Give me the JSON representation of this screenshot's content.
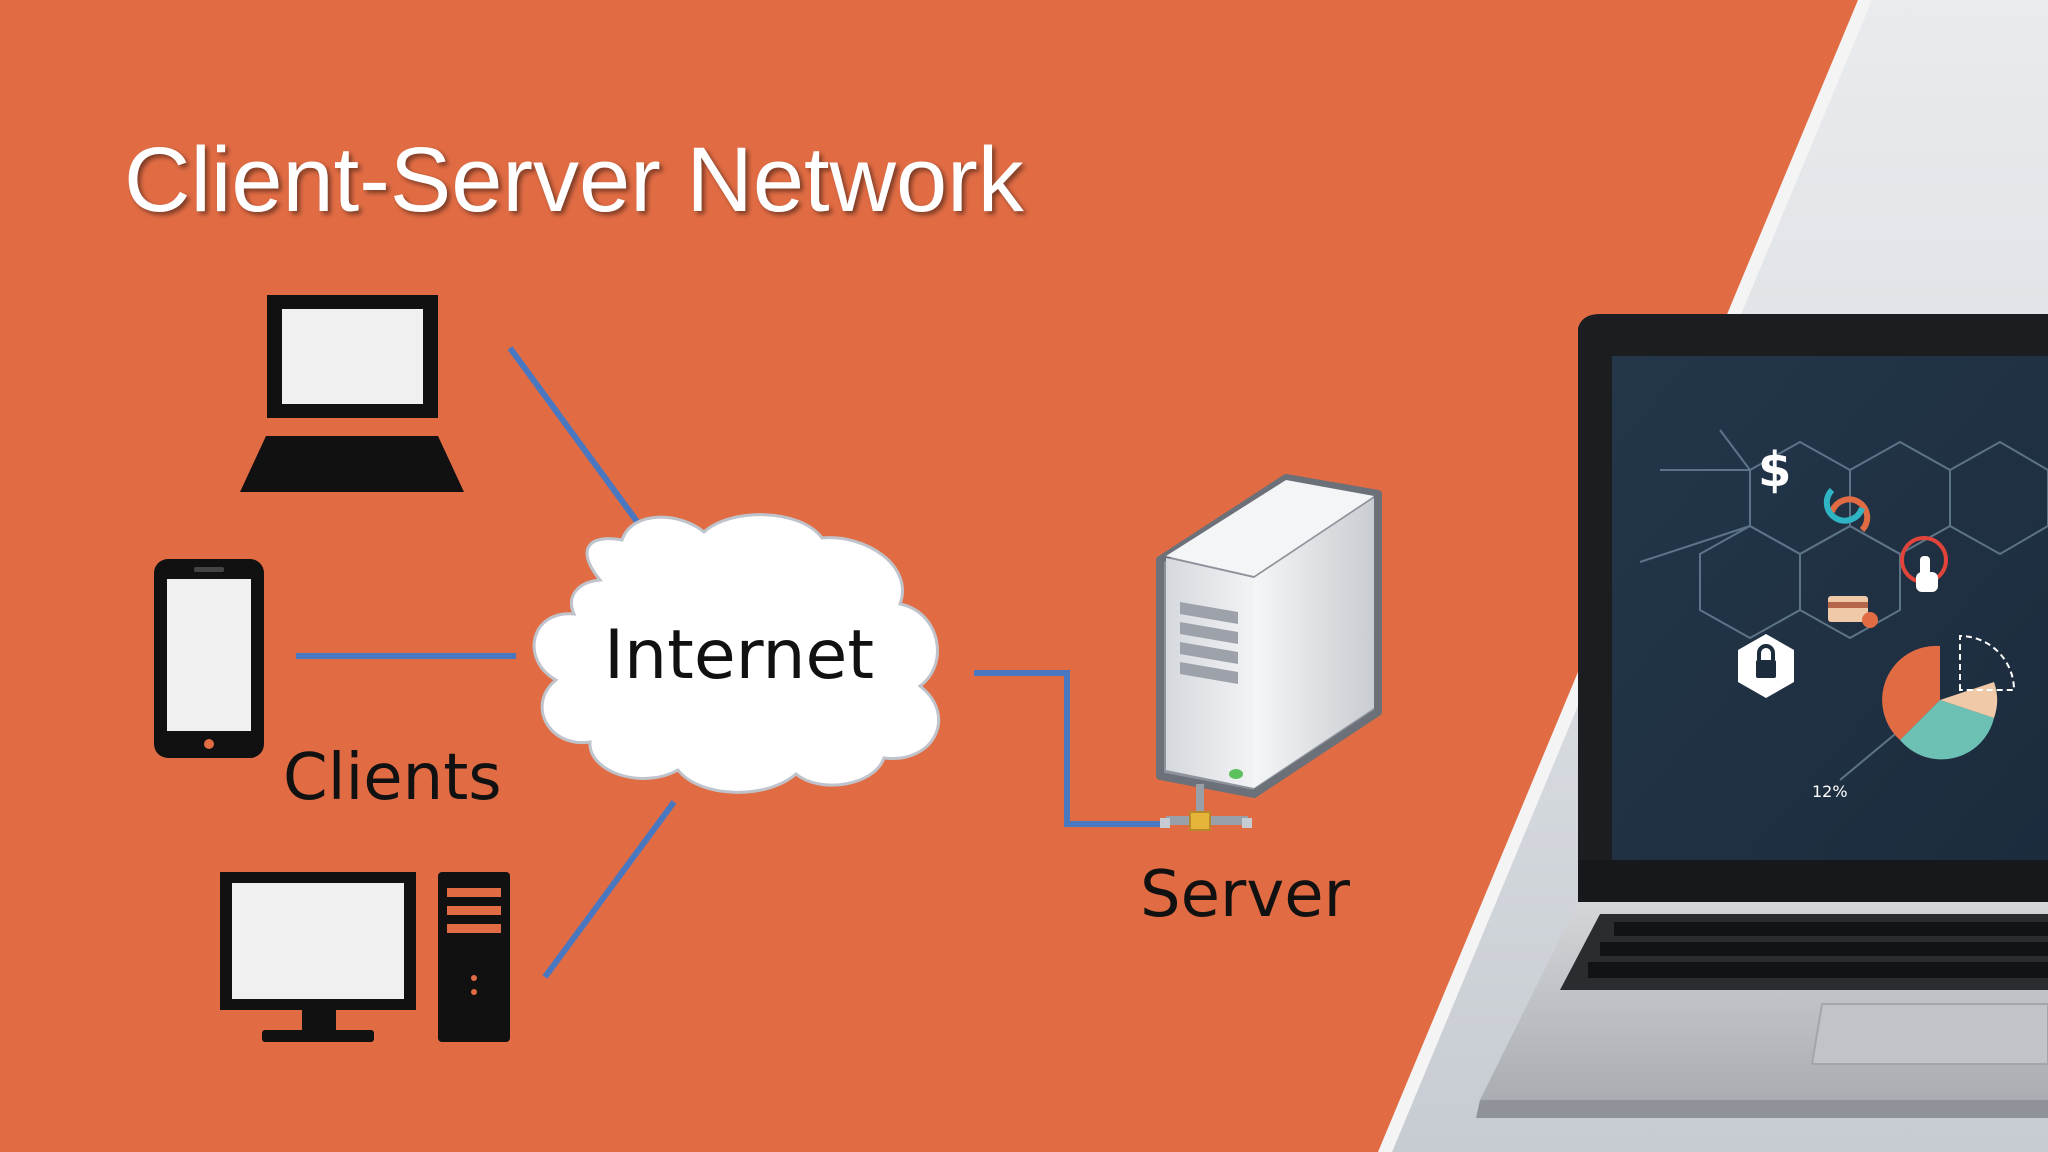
{
  "slide": {
    "title": "Client-Server Network",
    "background_color": "#e16c44",
    "link_color": "#4a78c0"
  },
  "diagram": {
    "cloud_label": "Internet",
    "clients_label": "Clients",
    "server_label": "Server",
    "clients": [
      {
        "icon": "laptop-icon"
      },
      {
        "icon": "smartphone-icon"
      },
      {
        "icon": "desktop-computer-icon"
      }
    ],
    "server_icon": "server-tower-icon"
  },
  "photo": {
    "description_icon": "laptop-photo",
    "screen_callout": "12%"
  }
}
